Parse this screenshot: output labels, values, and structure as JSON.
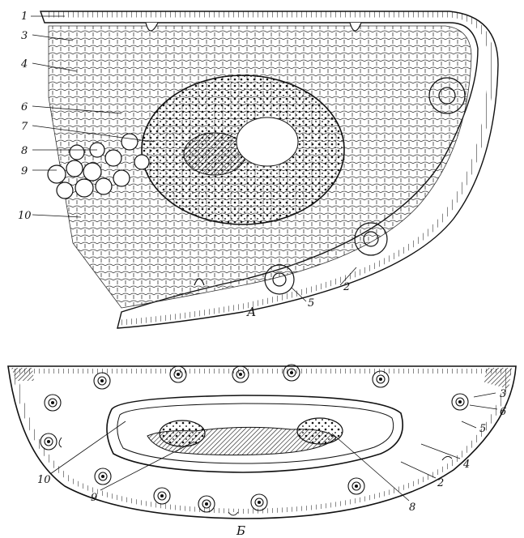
{
  "figure": {
    "panel_labels": {
      "top": "А",
      "bottom": "Б"
    },
    "top_labels": [
      "1",
      "3",
      "4",
      "6",
      "7",
      "8",
      "9",
      "10",
      "2",
      "5"
    ],
    "bottom_labels": [
      "10",
      "9",
      "8",
      "2",
      "4",
      "5",
      "6",
      "3"
    ]
  }
}
